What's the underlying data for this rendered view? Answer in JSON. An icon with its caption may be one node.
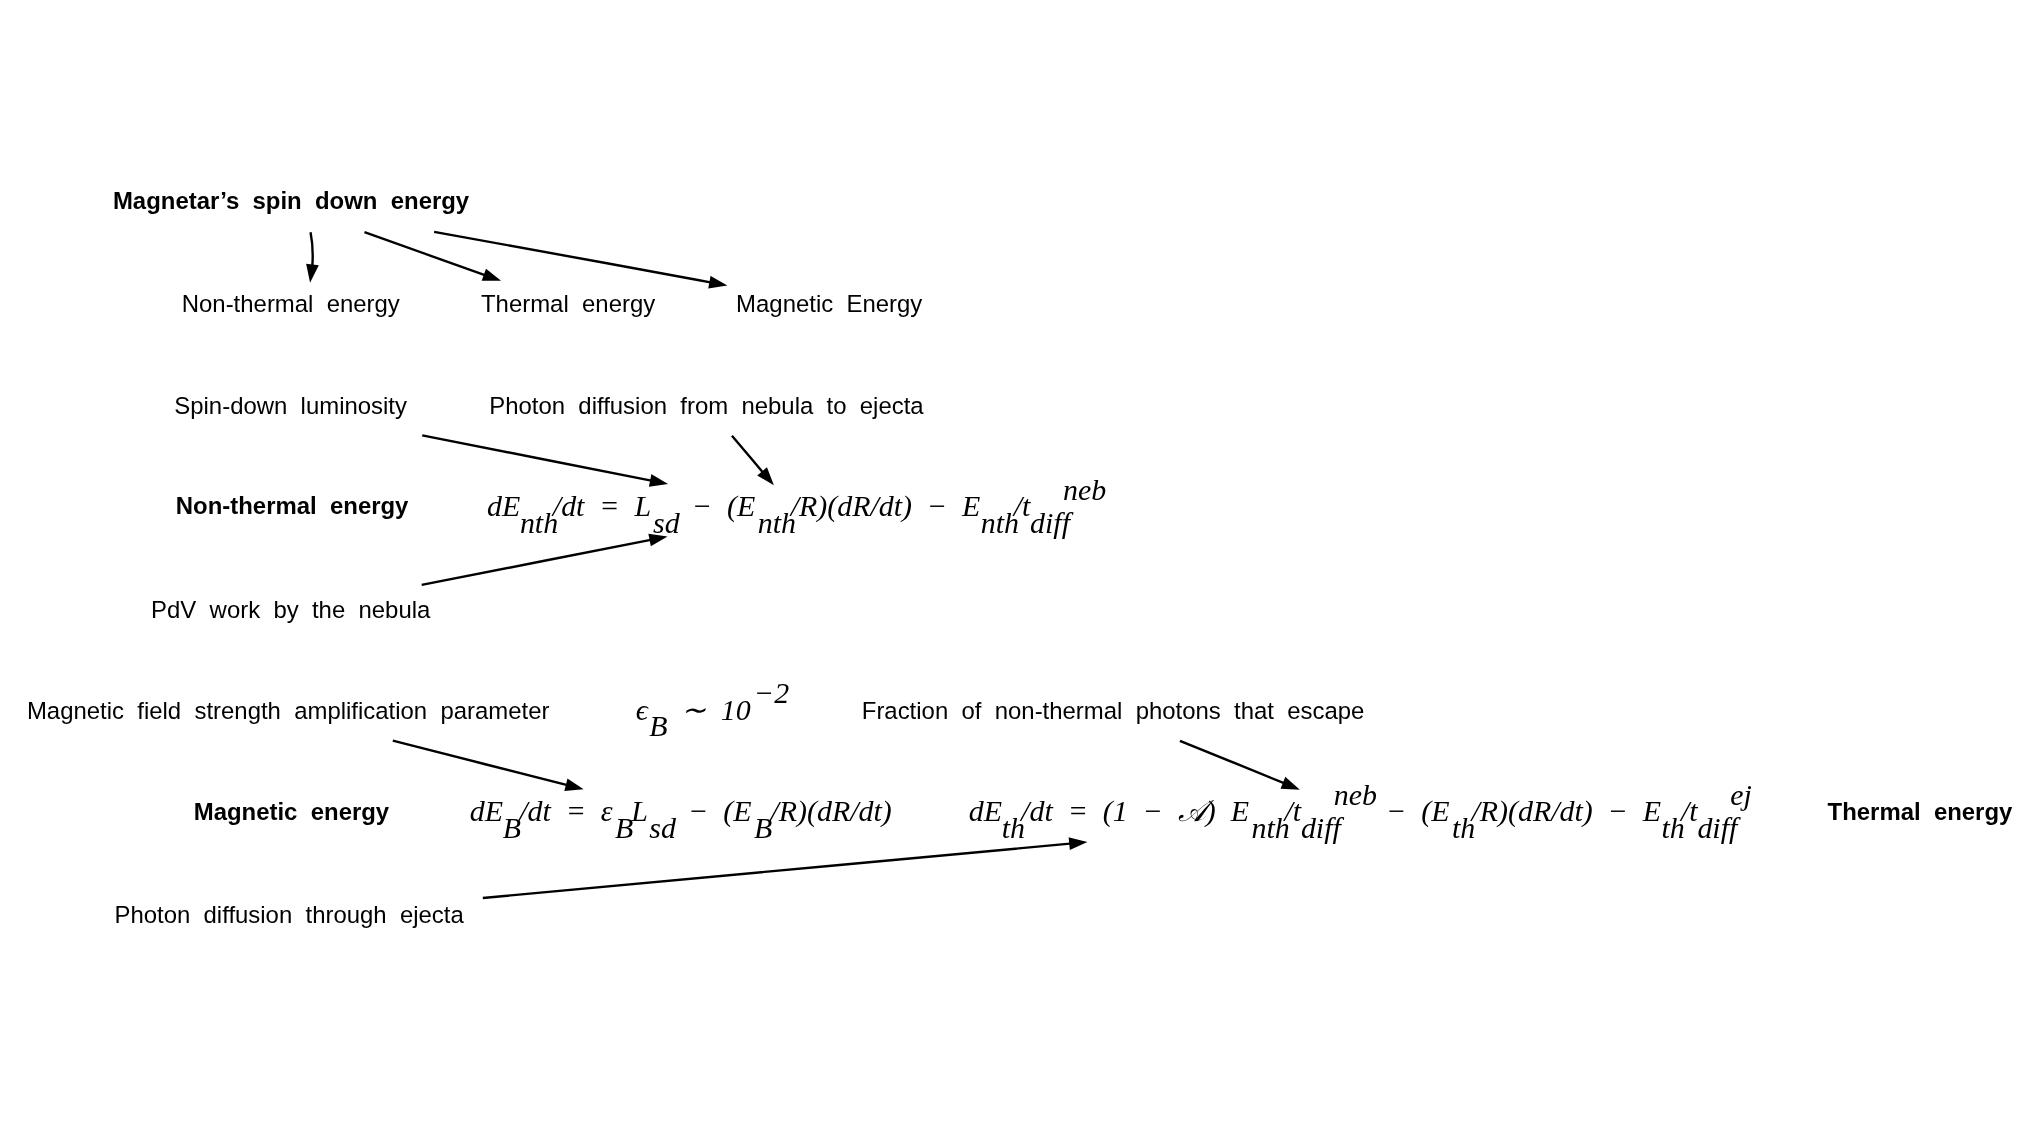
{
  "diagram": {
    "nodes": [
      {
        "text": [
          "Magnetar’s spin down energy"
        ]
      },
      {
        "text": [
          "Non-thermal energy"
        ]
      },
      {
        "text": [
          "Thermal energy"
        ]
      },
      {
        "text": [
          "Magnetic Energy"
        ]
      },
      {
        "text": [
          "Spin-down luminosity"
        ]
      },
      {
        "text": [
          "Photon diffusion from nebula to ejecta"
        ]
      },
      {
        "text": [
          "PdV work by the nebula"
        ]
      },
      {
        "text": [
          "Magnetic field strength amplification parameter"
        ]
      },
      {
        "text": [
          "Fraction of non-thermal photons that escape"
        ]
      },
      {
        "text": [
          "dE$_{nth}$/dt = L$_{sd}$ − (E$_{nth}$/R)(dR/dt) − E$_{nth}$/t$_{diff}$$^{neb}$"
        ]
      },
      {
        "text": [
          "dE$_{B}$/dt = ε$_{B}$L$_{sd}$ − (E$_{B}$/R)(dR/dt)"
        ]
      },
      {
        "text": [
          "dE$_{th}$/dt = (1 − 𝒜) E$_{nth}$/t$_{diff}$$^{neb}$ − (E$_{th}$/R)(dR/dt) − E$_{th}$/t$_{diff}$$^{ej}$"
        ]
      },
      {
        "text": [
          "Photon diffusion through ejecta"
        ]
      }
    ],
    "edges": [
      {
        "from": 0,
        "to": 1,
        "arrow": "to"
      },
      {
        "from": 0,
        "to": 2,
        "arrow": "to"
      },
      {
        "from": 0,
        "to": 3,
        "arrow": "to"
      },
      {
        "from": 4,
        "to": 9,
        "arrow": "to"
      },
      {
        "from": 5,
        "to": 9,
        "arrow": "to"
      },
      {
        "from": 6,
        "to": 9,
        "arrow": "to"
      },
      {
        "from": 8,
        "to": 11,
        "arrow": "to"
      },
      {
        "from": 7,
        "to": 10,
        "arrow": "to"
      },
      {
        "from": 12,
        "to": 11,
        "arrow": "to"
      }
    ],
    "labels": [
      "Non-thermal energy",
      "ϵ$_{B}$ ∼ 10$^{−2}$",
      "Thermal energy",
      "Magnetic energy"
    ]
  }
}
